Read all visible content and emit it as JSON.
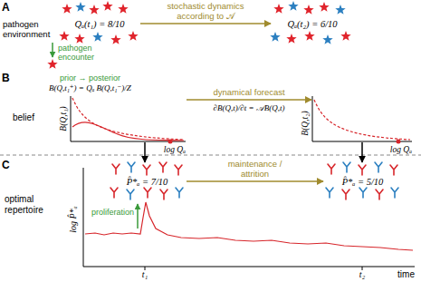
{
  "diagram": {
    "nodes": [
      {
        "text": [
          "Qₐ(t₁) = 8/10"
        ]
      },
      {
        "text": [
          "Qₐ(t₂) = 6/10"
        ]
      },
      {
        "text": [
          "B(Q,t₁)",
          "log Qₐ"
        ]
      },
      {
        "text": [
          "B(Q,t₂)",
          "log Qₐ"
        ]
      },
      {
        "text": [
          "P̂*ₐ = 7/10"
        ]
      },
      {
        "text": [
          "P̂*ₐ = 5/10"
        ]
      }
    ],
    "edges": [
      {
        "from": 0,
        "to": 1,
        "arrow": "to",
        "label": "stochastic dynamics according to 𝒜"
      },
      {
        "from": 2,
        "to": 3,
        "arrow": "to",
        "label": "dynamical forecast"
      },
      {
        "from": 2,
        "to": 4,
        "arrow": "to"
      },
      {
        "from": 3,
        "to": 5,
        "arrow": "to"
      },
      {
        "from": 4,
        "to": 5,
        "arrow": "to",
        "label": "maintenance / attrition"
      }
    ],
    "labels": [
      "A",
      "pathogen environment",
      "pathogen encounter",
      "B",
      "prior → posterior",
      "B(Q,t₁⁺) = Qₐ B(Q,t₁⁻)/Z",
      "belief",
      "∂B(Q,t)/∂t = 𝒜B(Q,t)",
      "C",
      "optimal repertoire",
      "proliferation",
      "log P̂*ₐ",
      "t₁",
      "t₂",
      "time"
    ]
  }
}
